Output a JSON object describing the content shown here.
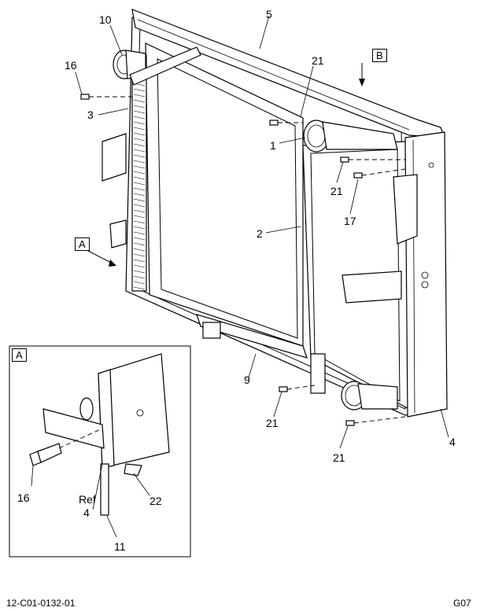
{
  "callouts": {
    "c10": "10",
    "c5": "5",
    "c21a": "21",
    "c16a": "16",
    "c3": "3",
    "c1": "1",
    "c21b": "21",
    "c17": "17",
    "c2": "2",
    "c9": "9",
    "c21c": "21",
    "c4": "4",
    "c21d": "21",
    "c16b": "16",
    "cRef": "Ref",
    "cRef4": "4",
    "c22": "22",
    "c11": "11"
  },
  "view_markers": {
    "a": "A",
    "b": "B",
    "detail_a": "A"
  },
  "footer": {
    "drawing_number": "12-C01-0132-01",
    "sheet_code": "G07"
  }
}
